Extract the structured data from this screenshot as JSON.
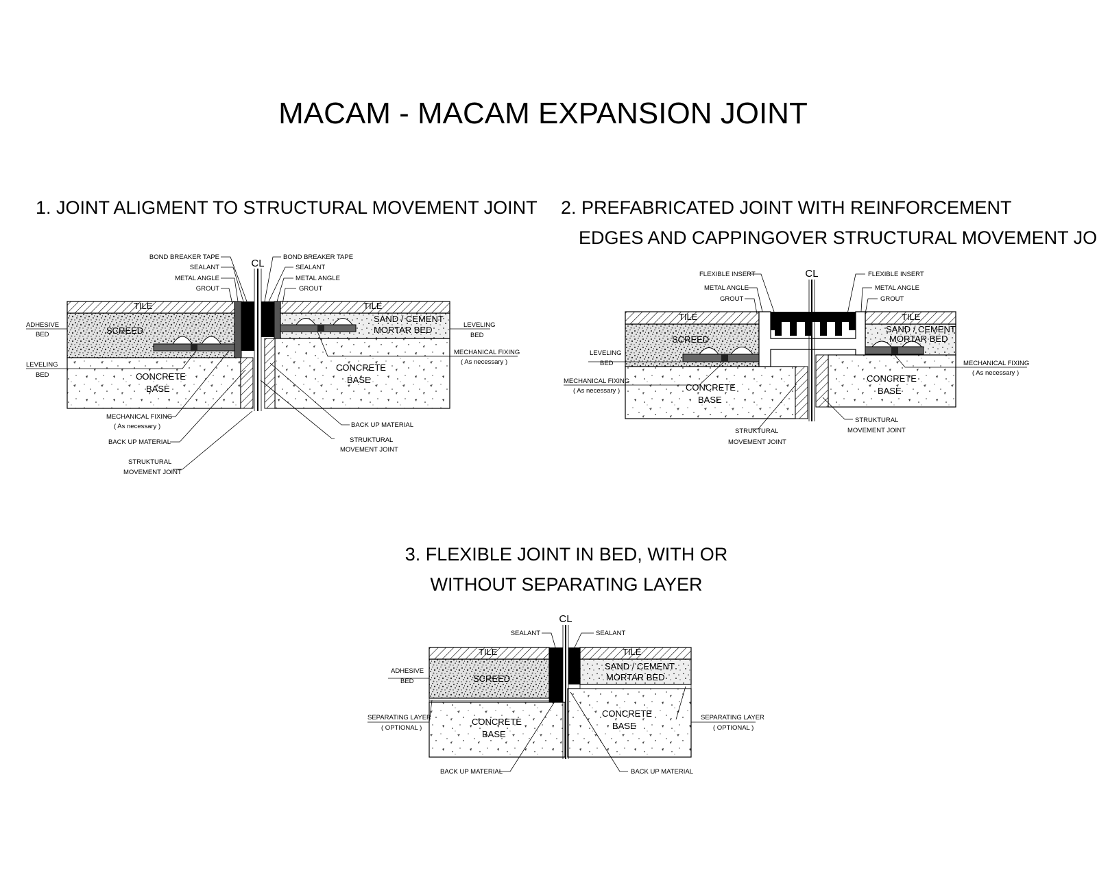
{
  "title": "MACAM - MACAM EXPANSION JOINT",
  "detail1": {
    "heading": "1. JOINT ALIGMENT TO STRUCTURAL MOVEMENT JOINT",
    "centerline": "CL",
    "materials": {
      "tile_left": "TILE",
      "tile_right": "TILE",
      "screed": "SCREED",
      "sand_cement": "SAND / CEMENT",
      "mortar_bed": "MORTAR BED",
      "concrete_left_1": "CONCRETE",
      "concrete_left_2": "BASE",
      "concrete_right_1": "CONCRETE",
      "concrete_right_2": "BASE"
    },
    "callouts": {
      "bond_breaker_l": "BOND BREAKER TAPE",
      "sealant_l": "SEALANT",
      "metal_angle_l": "METAL ANGLE",
      "grout_l": "GROUT",
      "bond_breaker_r": "BOND BREAKER TAPE",
      "sealant_r": "SEALANT",
      "metal_angle_r": "METAL ANGLE",
      "grout_r": "GROUT",
      "adhesive_1": "ADHESIVE",
      "adhesive_2": "BED",
      "leveling_l1": "LEVELING",
      "leveling_l2": "BED",
      "leveling_r1": "LEVELING",
      "leveling_r2": "BED",
      "mech_fix_r1": "MECHANICAL FIXING",
      "mech_fix_r2": "( As necessary )",
      "mech_fix_l1": "MECHANICAL FIXING",
      "mech_fix_l2": "( As necessary )",
      "backup_l": "BACK UP MATERIAL",
      "backup_r": "BACK UP MATERIAL",
      "struct_l1": "STRUKTURAL",
      "struct_l2": "MOVEMENT JOINT",
      "struct_r1": "STRUKTURAL",
      "struct_r2": "MOVEMENT JOINT"
    }
  },
  "detail2": {
    "heading1": "2. PREFABRICATED JOINT WITH REINFORCEMENT",
    "heading2": "EDGES AND CAPPINGOVER STRUCTURAL MOVEMENT JOINT",
    "centerline": "CL",
    "materials": {
      "tile_left": "TILE",
      "tile_right": "TILE",
      "screed": "SCREED",
      "sand_cement": "SAND / CEMENT",
      "mortar_bed": "MORTAR BED",
      "concrete_left_1": "CONCRETE",
      "concrete_left_2": "BASE",
      "concrete_right_1": "CONCRETE",
      "concrete_right_2": "BASE"
    },
    "callouts": {
      "flex_insert_l": "FLEXIBLE INSERT",
      "metal_angle_l": "METAL ANGLE",
      "grout_l": "GROUT",
      "flex_insert_r": "FLEXIBLE INSERT",
      "metal_angle_r": "METAL ANGLE",
      "grout_r": "GROUT",
      "leveling_1": "LEVELING",
      "leveling_2": "BED",
      "mech_fix_l1": "MECHANICAL FIXING",
      "mech_fix_l2": "( As necessary )",
      "mech_fix_r1": "MECHANICAL FIXING",
      "mech_fix_r2": "( As necessary )",
      "struct_l1": "STRUKTURAL",
      "struct_l2": "MOVEMENT JOINT",
      "struct_r1": "STRUKTURAL",
      "struct_r2": "MOVEMENT JOINT"
    }
  },
  "detail3": {
    "heading1": "3. FLEXIBLE JOINT IN BED, WITH OR",
    "heading2": "WITHOUT SEPARATING LAYER",
    "centerline": "CL",
    "materials": {
      "tile_left": "TILE",
      "tile_right": "TILE",
      "screed": "SCREED",
      "sand_cement": "SAND / CEMENT",
      "mortar_bed": "MORTAR BED",
      "concrete_left_1": "CONCRETE",
      "concrete_left_2": "BASE",
      "concrete_right_1": "CONCRETE",
      "concrete_right_2": "BASE"
    },
    "callouts": {
      "sealant_l": "SEALANT",
      "sealant_r": "SEALANT",
      "adhesive_1": "ADHESIVE",
      "adhesive_2": "BED",
      "sep_l1": "SEPARATING LAYER",
      "sep_l2": "( OPTIONAL )",
      "sep_r1": "SEPARATING LAYER",
      "sep_r2": "( OPTIONAL )",
      "backup_l": "BACK UP MATERIAL",
      "backup_r": "BACK UP MATERIAL"
    }
  }
}
